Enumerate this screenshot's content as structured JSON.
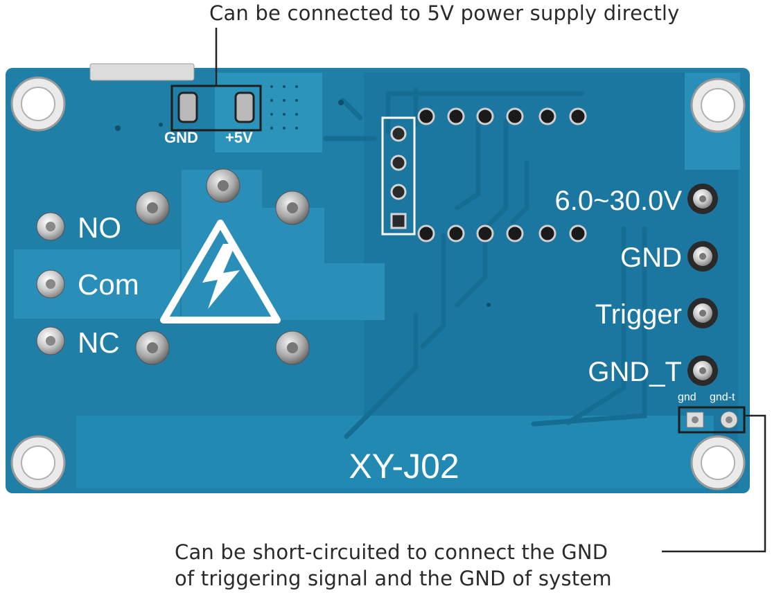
{
  "annotations": {
    "top": "Can be connected to 5V power supply directly",
    "bottom_line1": "Can be short-circuited to connect the GND",
    "bottom_line2": "of triggering signal and the GND of system"
  },
  "board": {
    "model": "XY-J02",
    "power_pads": {
      "gnd": "GND",
      "plus5v": "+5V"
    },
    "relay_terminals": {
      "no": "NO",
      "com": "Com",
      "nc": "NC"
    },
    "input_terminals": {
      "voltage": "6.0~30.0V",
      "gnd": "GND",
      "trigger": "Trigger",
      "gnd_t": "GND_T"
    },
    "jumper": {
      "gnd": "gnd",
      "gnd_t": "gnd-t"
    },
    "colors": {
      "pcb": "#1f7fa6",
      "pcb_dark": "#1a6e94",
      "pcb_light": "#3a97bd",
      "pad": "#d9d9d9",
      "silkscreen": "#ffffff"
    }
  }
}
